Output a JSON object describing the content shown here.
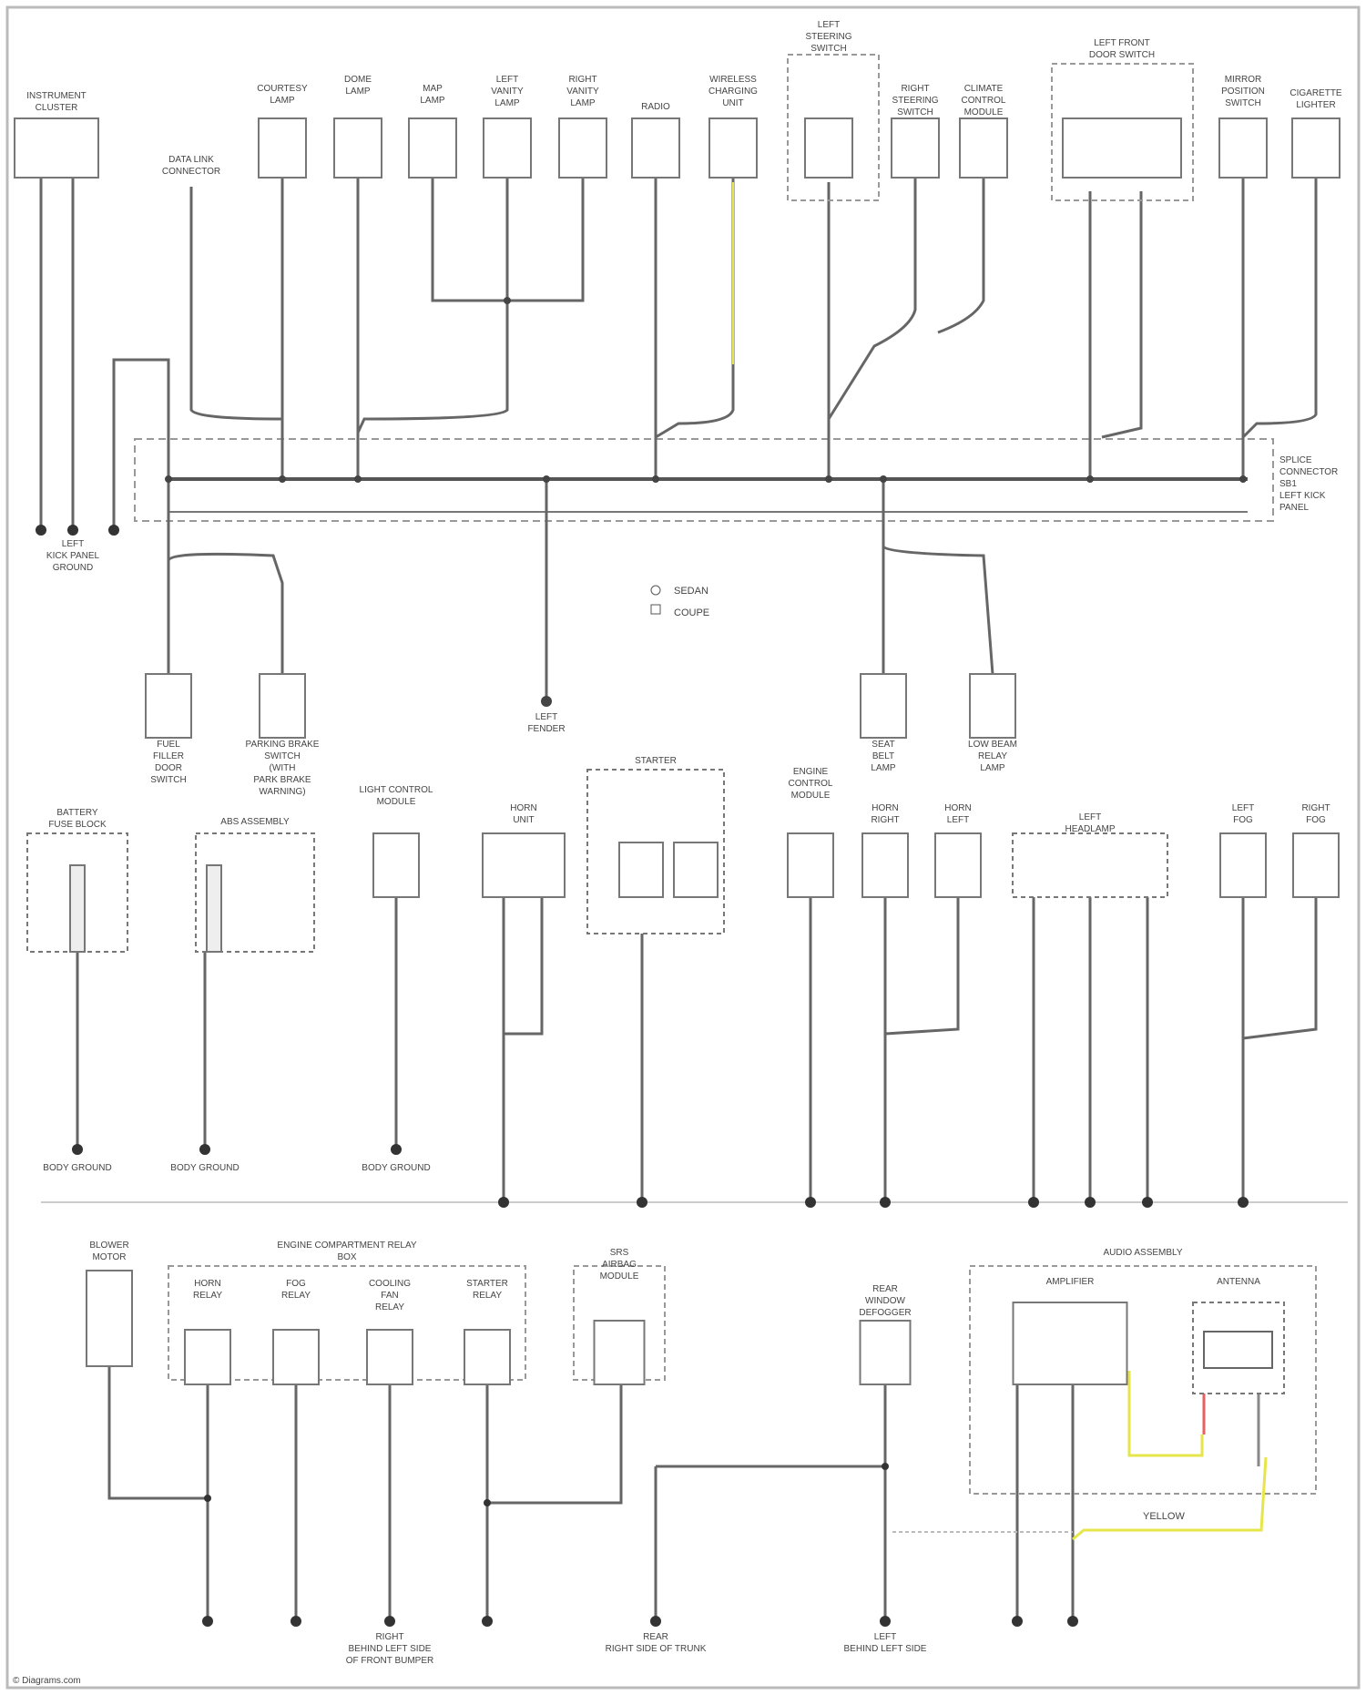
{
  "diagram": {
    "top_components": [
      {
        "id": "instrument-cluster",
        "lines": [
          "INSTRUMENT",
          "CLUSTER"
        ]
      },
      {
        "id": "data-link-connector",
        "lines": [
          "DATA LINK",
          "CONNECTOR"
        ]
      },
      {
        "id": "courtesy-lamp",
        "lines": [
          "COURTESY",
          "LAMP"
        ]
      },
      {
        "id": "dome-lamp",
        "lines": [
          "DOME",
          "LAMP"
        ]
      },
      {
        "id": "map-lamp",
        "lines": [
          "MAP",
          "LAMP"
        ]
      },
      {
        "id": "left-vanity-lamp",
        "lines": [
          "LEFT",
          "VANITY",
          "LAMP"
        ]
      },
      {
        "id": "right-vanity-lamp",
        "lines": [
          "RIGHT",
          "VANITY",
          "LAMP"
        ]
      },
      {
        "id": "radio",
        "lines": [
          "RADIO"
        ]
      },
      {
        "id": "wireless-charging-unit",
        "lines": [
          "WIRELESS",
          "CHARGING",
          "UNIT"
        ]
      },
      {
        "id": "left-steering-switch",
        "lines": [
          "LEFT",
          "STEERING",
          "SWITCH"
        ]
      },
      {
        "id": "right-steering-switch",
        "lines": [
          "RIGHT",
          "STEERING",
          "SWITCH"
        ]
      },
      {
        "id": "climate-control-module",
        "lines": [
          "CLIMATE",
          "CONTROL",
          "MODULE"
        ]
      },
      {
        "id": "left-front-door-switch",
        "lines": [
          "LEFT FRONT",
          "DOOR SWITCH"
        ]
      },
      {
        "id": "mirror-position-switch",
        "lines": [
          "MIRROR",
          "POSITION",
          "SWITCH"
        ]
      },
      {
        "id": "cigarette-lighter",
        "lines": [
          "CIGARETTE",
          "LIGHTER"
        ]
      }
    ],
    "left_ground_label": [
      "LEFT",
      "KICK PANEL",
      "GROUND"
    ],
    "splice_label": [
      "SPLICE",
      "CONNECTOR",
      "SB1",
      "LEFT KICK",
      "PANEL"
    ],
    "legend": [
      "SEDAN",
      "COUPE"
    ],
    "middle_lower_components": [
      {
        "id": "fuel-filler-door-switch",
        "lines": [
          "FUEL",
          "FILLER",
          "DOOR",
          "SWITCH"
        ]
      },
      {
        "id": "parking-brake-switch",
        "lines": [
          "PARKING BRAKE",
          "SWITCH",
          "(WITH",
          "PARK BRAKE",
          "WARNING)"
        ]
      },
      {
        "id": "mid-ground",
        "lines": [
          "LEFT",
          "FENDER"
        ]
      },
      {
        "id": "seat-belt-lamp",
        "lines": [
          "SEAT",
          "BELT",
          "LAMP"
        ]
      },
      {
        "id": "low-beam-relay-lamp",
        "lines": [
          "LOW BEAM",
          "RELAY",
          "LAMP"
        ]
      }
    ],
    "row2_components": [
      {
        "id": "battery-fuse-block",
        "lines": [
          "BATTERY",
          "FUSE BLOCK"
        ]
      },
      {
        "id": "abs-assembly",
        "lines": [
          "ABS ASSEMBLY"
        ]
      },
      {
        "id": "light-control-module",
        "lines": [
          "LIGHT CONTROL",
          "MODULE"
        ]
      },
      {
        "id": "horn-unit",
        "lines": [
          "HORN",
          "UNIT"
        ]
      },
      {
        "id": "starter-relay-box",
        "lines": [
          "STARTER"
        ]
      },
      {
        "id": "engine-control-module",
        "lines": [
          "ENGINE",
          "CONTROL",
          "MODULE"
        ]
      },
      {
        "id": "horn-right",
        "lines": [
          "HORN",
          "RIGHT"
        ]
      },
      {
        "id": "horn-left",
        "lines": [
          "HORN",
          "LEFT"
        ]
      },
      {
        "id": "left-headlamp",
        "lines": [
          "LEFT",
          "HEADLAMP"
        ]
      },
      {
        "id": "left-fog",
        "lines": [
          "LEFT",
          "FOG"
        ]
      },
      {
        "id": "right-fog",
        "lines": [
          "RIGHT",
          "FOG"
        ]
      }
    ],
    "row2_grounds": [
      "BODY GROUND",
      "BODY GROUND",
      "BODY GROUND"
    ],
    "row3_components": [
      {
        "id": "blower-motor",
        "lines": [
          "BLOWER",
          "MOTOR"
        ]
      },
      {
        "id": "relay-box",
        "lines": [
          "ENGINE COMPARTMENT RELAY",
          "BOX"
        ]
      },
      {
        "id": "horn-relay",
        "lines": [
          "HORN",
          "RELAY"
        ]
      },
      {
        "id": "fog-relay",
        "lines": [
          "FOG",
          "RELAY"
        ]
      },
      {
        "id": "cooling-fan-relay",
        "lines": [
          "COOLING",
          "FAN",
          "RELAY"
        ]
      },
      {
        "id": "starter-relay",
        "lines": [
          "STARTER",
          "RELAY"
        ]
      },
      {
        "id": "airbag-module",
        "lines": [
          "SRS",
          "AIRBAG",
          "MODULE"
        ]
      },
      {
        "id": "rear-window-defogger",
        "lines": [
          "REAR",
          "WINDOW",
          "DEFOGGER"
        ]
      },
      {
        "id": "audio-assembly",
        "lines": [
          "AUDIO ASSEMBLY"
        ]
      },
      {
        "id": "amplifier",
        "lines": [
          "AMPLIFIER"
        ]
      },
      {
        "id": "antenna",
        "lines": [
          "ANTENNA"
        ]
      }
    ],
    "row3_grounds": [
      {
        "lines": [
          "RIGHT",
          "BEHIND LEFT SIDE",
          "OF FRONT BUMPER"
        ]
      },
      {
        "lines": [
          "REAR",
          "RIGHT SIDE OF TRUNK"
        ]
      },
      {
        "lines": [
          "LEFT",
          "BEHIND LEFT SIDE"
        ]
      }
    ],
    "yellow_label": "YELLOW",
    "footer": "© Diagrams.com"
  }
}
